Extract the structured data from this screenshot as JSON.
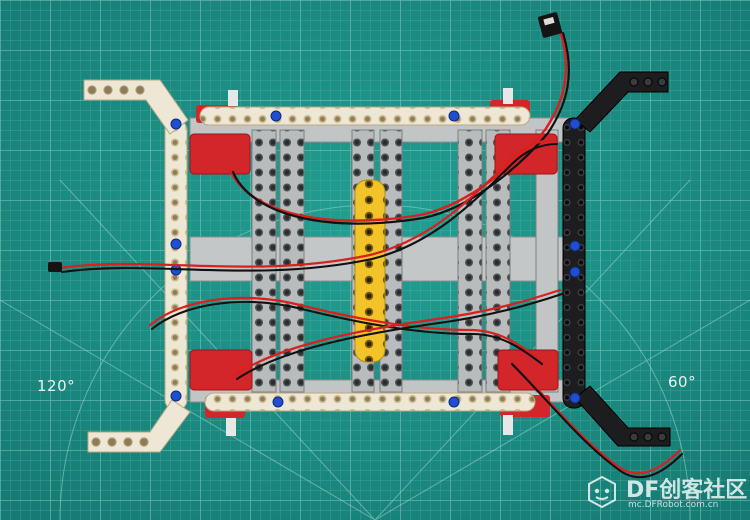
{
  "mat": {
    "angle_left": "120°",
    "angle_right": "60°"
  },
  "watermark": {
    "title": "DF创客社区",
    "url": "mc.DFRobot.com.cn"
  },
  "colors": {
    "mat": "#1b8f86",
    "grid": "#6fc1b5",
    "beam_white": "#efe7d6",
    "beam_gray": "#b9bcbd",
    "beam_black": "#1d1d1f",
    "beam_yellow": "#f3c32a",
    "motor_red": "#d3262a",
    "pin_blue": "#1f4fd0",
    "wire_red": "#d8211f",
    "wire_black": "#111111"
  },
  "icons": {
    "watermark_logo": "robot-face-logo-icon"
  }
}
